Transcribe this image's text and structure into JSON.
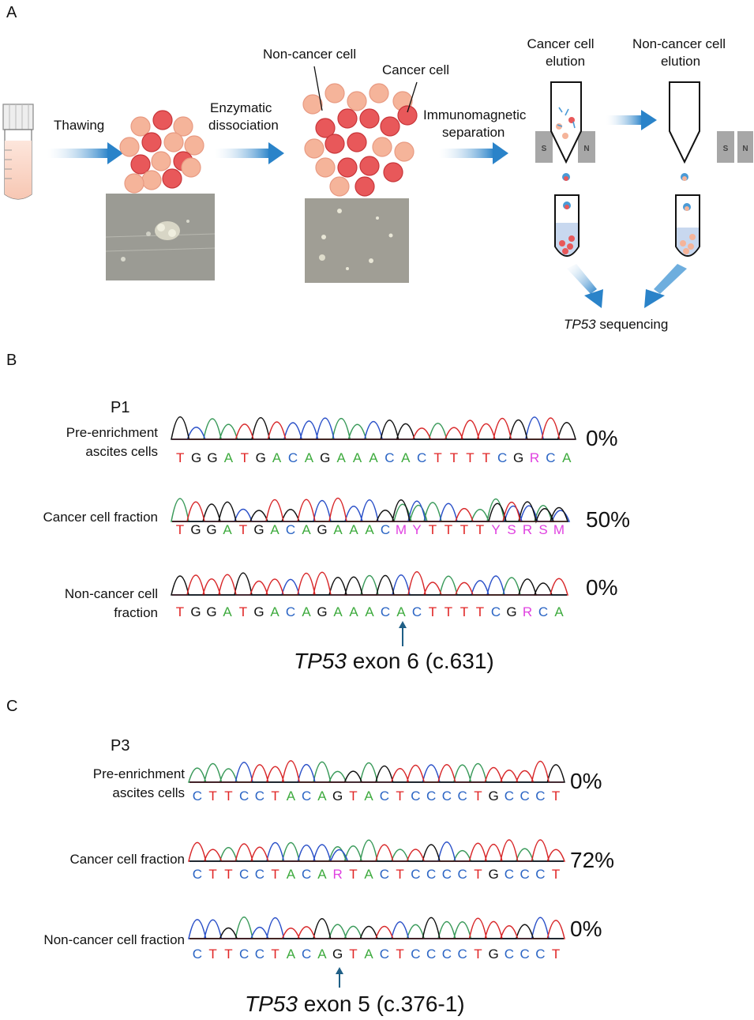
{
  "panel_a": {
    "letter": "A",
    "step_thawing": "Thawing",
    "step_enzymatic": [
      "Enzymatic",
      "dissociation"
    ],
    "label_noncancer_cell": "Non-cancer cell",
    "label_cancer_cell": "Cancer cell",
    "step_immunomagnetic": [
      "Immunomagnetic",
      "separation"
    ],
    "cancer_elution": [
      "Cancer cell",
      "elution"
    ],
    "noncancer_elution": [
      "Non-cancer cell",
      "elution"
    ],
    "magnet_s": "S",
    "magnet_n": "N",
    "sequencing_gene": "TP53",
    "sequencing_rest": " sequencing",
    "colors": {
      "arrow": "#2a83c9",
      "cancer": "#e8585a",
      "noncancer": "#f5b49a",
      "magnet": "#a7a7a7"
    }
  },
  "panel_b": {
    "letter": "B",
    "patient": "P1",
    "tracks": [
      {
        "label": [
          "Pre-enrichment",
          "ascites cells"
        ],
        "bases": [
          "T",
          "G",
          "G",
          "A",
          "T",
          "G",
          "A",
          "C",
          "A",
          "G",
          "A",
          "A",
          "A",
          "C",
          "A",
          "C",
          "T",
          "T",
          "T",
          "T",
          "C",
          "G",
          "R",
          "C",
          "A"
        ],
        "percent": "0%"
      },
      {
        "label": [
          "Cancer cell fraction"
        ],
        "bases": [
          "T",
          "G",
          "G",
          "A",
          "T",
          "G",
          "A",
          "C",
          "A",
          "G",
          "A",
          "A",
          "A",
          "C",
          "M",
          "Y",
          "T",
          "T",
          "T",
          "T",
          "Y",
          "S",
          "R",
          "S",
          "M"
        ],
        "percent": "50%"
      },
      {
        "label": [
          "Non-cancer cell",
          "fraction"
        ],
        "bases": [
          "T",
          "G",
          "G",
          "A",
          "T",
          "G",
          "A",
          "C",
          "A",
          "G",
          "A",
          "A",
          "A",
          "C",
          "A",
          "C",
          "T",
          "T",
          "T",
          "T",
          "C",
          "G",
          "R",
          "C",
          "A"
        ],
        "percent": "0%"
      }
    ],
    "annotation_gene": "TP53",
    "annotation_rest": " exon 6 (c.631)"
  },
  "panel_c": {
    "letter": "C",
    "patient": "P3",
    "tracks": [
      {
        "label": [
          "Pre-enrichment",
          "ascites cells"
        ],
        "bases": [
          "C",
          "T",
          "T",
          "C",
          "C",
          "T",
          "A",
          "C",
          "A",
          "G",
          "T",
          "A",
          "C",
          "T",
          "C",
          "C",
          "C",
          "C",
          "T",
          "G",
          "C",
          "C",
          "C",
          "T"
        ],
        "percent": "0%"
      },
      {
        "label": [
          "Cancer cell fraction"
        ],
        "bases": [
          "C",
          "T",
          "T",
          "C",
          "C",
          "T",
          "A",
          "C",
          "A",
          "R",
          "T",
          "A",
          "C",
          "T",
          "C",
          "C",
          "C",
          "C",
          "T",
          "G",
          "C",
          "C",
          "C",
          "T"
        ],
        "percent": "72%"
      },
      {
        "label": [
          "Non-cancer cell fraction"
        ],
        "bases": [
          "C",
          "T",
          "T",
          "C",
          "C",
          "T",
          "A",
          "C",
          "A",
          "G",
          "T",
          "A",
          "C",
          "T",
          "C",
          "C",
          "C",
          "C",
          "T",
          "G",
          "C",
          "C",
          "C",
          "T"
        ],
        "percent": "0%"
      }
    ],
    "annotation_gene": "TP53",
    "annotation_rest": " exon 5 (c.376-1)"
  },
  "base_colors": {
    "A": "#3daa3d",
    "C": "#2a64c4",
    "G": "#111111",
    "T": "#e02424",
    "ambiguous": "#e040e0"
  }
}
